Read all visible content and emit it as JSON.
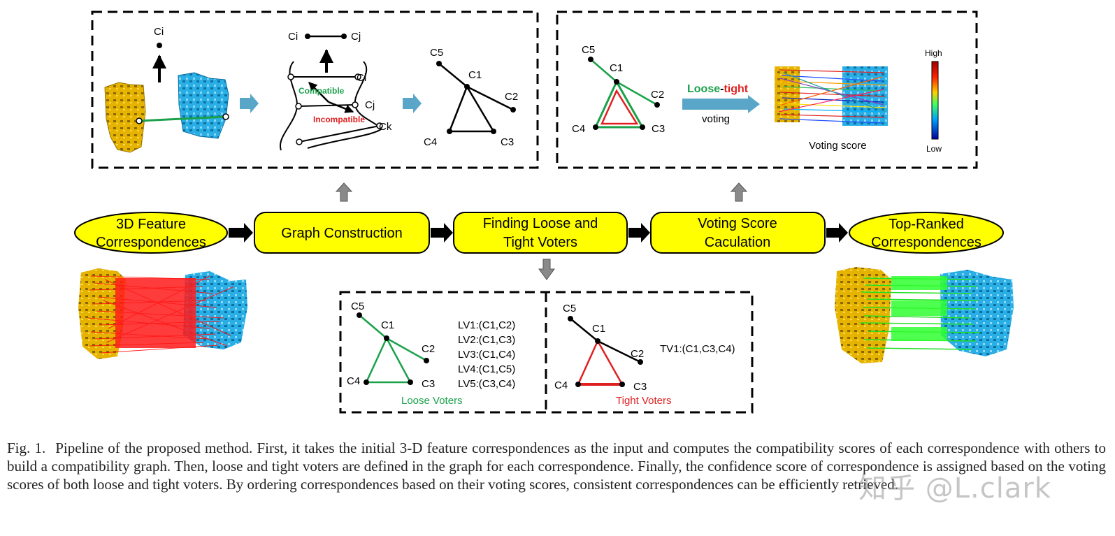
{
  "panels": {
    "graph": {
      "ci_top": "Ci",
      "edge_ci": "Ci",
      "edge_cj": "Cj",
      "curve_ci": "Ci",
      "curve_cj": "Cj",
      "curve_ck": "Ck",
      "compatible": "Compatible",
      "incompatible": "Incompatible",
      "nodes": {
        "c1": "C1",
        "c2": "C2",
        "c3": "C3",
        "c4": "C4",
        "c5": "C5"
      }
    },
    "voting": {
      "nodes": {
        "c1": "C1",
        "c2": "C2",
        "c3": "C3",
        "c4": "C4",
        "c5": "C5"
      },
      "loose": "Loose",
      "dash": "-",
      "tight": "tight",
      "voting": "voting",
      "score_label": "Voting score",
      "high": "High",
      "low": "Low"
    },
    "voters": {
      "loose": {
        "nodes": {
          "c1": "C1",
          "c2": "C2",
          "c3": "C3",
          "c4": "C4",
          "c5": "C5"
        },
        "list": [
          "LV1:(C1,C2)",
          "LV2:(C1,C3)",
          "LV3:(C1,C4)",
          "LV4:(C1,C5)",
          "LV5:(C3,C4)"
        ],
        "caption": "Loose Voters"
      },
      "tight": {
        "nodes": {
          "c1": "C1",
          "c2": "C2",
          "c3": "C3",
          "c4": "C4",
          "c5": "C5"
        },
        "list": [
          "TV1:(C1,C3,C4)"
        ],
        "caption": "Tight Voters"
      }
    }
  },
  "pipeline": {
    "s1": [
      "3D Feature",
      "Correspondences"
    ],
    "s2": [
      "Graph Construction"
    ],
    "s3": [
      "Finding Loose and",
      "Tight Voters"
    ],
    "s4": [
      "Voting Score",
      "Caculation"
    ],
    "s5": [
      "Top-Ranked",
      "Correspondences"
    ]
  },
  "caption": {
    "label": "Fig. 1.",
    "text": "Pipeline of the proposed method. First, it takes the initial 3-D feature correspondences as the input and computes the compatibility scores of each correspondence with others to build a compatibility graph. Then, loose and tight voters are defined in the graph for each correspondence. Finally, the confidence score of correspondence is assigned based on the voting scores of both loose and tight voters. By ordering correspondences based on their voting scores, consistent correspondences can be efficiently retrieved."
  },
  "watermark": "知乎 @L.clark",
  "colors": {
    "yellow": "#ffff00",
    "green": "#1aa14a",
    "red": "#e02020",
    "blue_model": "#29aee6",
    "gold_model": "#e6b400",
    "arrow_teal": "#5aa6c8"
  }
}
